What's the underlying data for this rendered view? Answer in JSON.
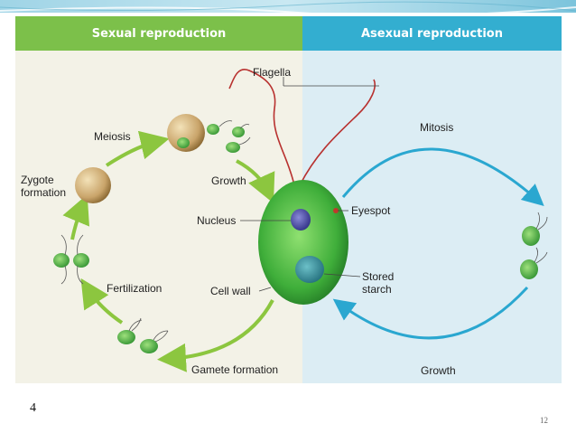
{
  "headers": {
    "sexual": "Sexual reproduction",
    "asexual": "Asexual reproduction"
  },
  "labels": {
    "flagella": "Flagella",
    "meiosis": "Meiosis",
    "zygote_formation": "Zygote\nformation",
    "growth_left": "Growth",
    "nucleus": "Nucleus",
    "fertilization": "Fertilization",
    "cell_wall": "Cell wall",
    "gamete_formation": "Gamete formation",
    "eyespot": "Eyespot",
    "stored_starch": "Stored\nstarch",
    "mitosis": "Mitosis",
    "growth_right": "Growth"
  },
  "footer": {
    "slide_number": "4",
    "page_number": "12"
  },
  "colors": {
    "sexual_header": "#7cc04a",
    "asexual_header": "#33aed0",
    "green_arrow": "#8cc63f",
    "blue_arrow": "#2aa7d0",
    "flagella": "#b8312f"
  }
}
